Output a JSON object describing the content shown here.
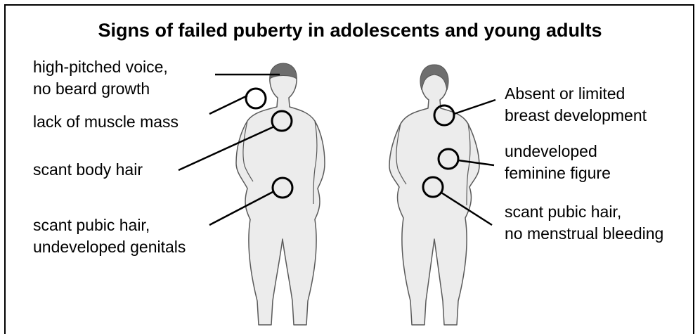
{
  "title": "Signs of failed puberty in adolescents and young adults",
  "male_labels": {
    "voice": [
      "high-pitched voice,",
      "no beard growth"
    ],
    "muscle": "lack of muscle mass",
    "body_hair": "scant body hair",
    "pubic": [
      "scant pubic hair,",
      "undeveloped genitals"
    ]
  },
  "female_labels": {
    "breast": [
      "Absent or limited",
      "breast development"
    ],
    "figure": [
      "undeveloped",
      "feminine figure"
    ],
    "pubic": [
      "scant pubic hair,",
      "no menstrual bleeding"
    ]
  },
  "colors": {
    "body_fill": "#ececec",
    "body_stroke": "#5a5a5a",
    "hair": "#6e6e6e",
    "line": "#000000"
  }
}
